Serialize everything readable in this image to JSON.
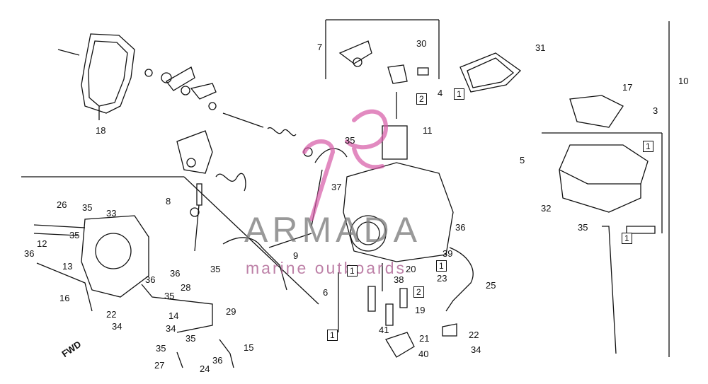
{
  "watermark": {
    "brand": "ARMADA",
    "tagline": "marine outboards",
    "accent": "#d65aa6",
    "brand_color": "#7d7d7d"
  },
  "direction_label": "FWD",
  "callouts": {
    "c1": "1",
    "c2": "2",
    "c3": "3",
    "c4": "4",
    "c5": "5",
    "c6": "6",
    "c7": "7",
    "c8": "8",
    "c9": "9",
    "c10": "10",
    "c11": "11",
    "c12": "12",
    "c13": "13",
    "c14": "14",
    "c15": "15",
    "c16": "16",
    "c17": "17",
    "c18": "18",
    "c19": "19",
    "c20": "20",
    "c21": "21",
    "c22": "22",
    "c23": "23",
    "c24": "24",
    "c25": "25",
    "c26": "26",
    "c27": "27",
    "c28": "28",
    "c29": "29",
    "c30": "30",
    "c31": "31",
    "c32": "32",
    "c33": "33",
    "c34": "34",
    "c35": "35",
    "c36": "36",
    "c37": "37",
    "c38": "38",
    "c39": "39",
    "c40": "40",
    "c41": "41"
  }
}
